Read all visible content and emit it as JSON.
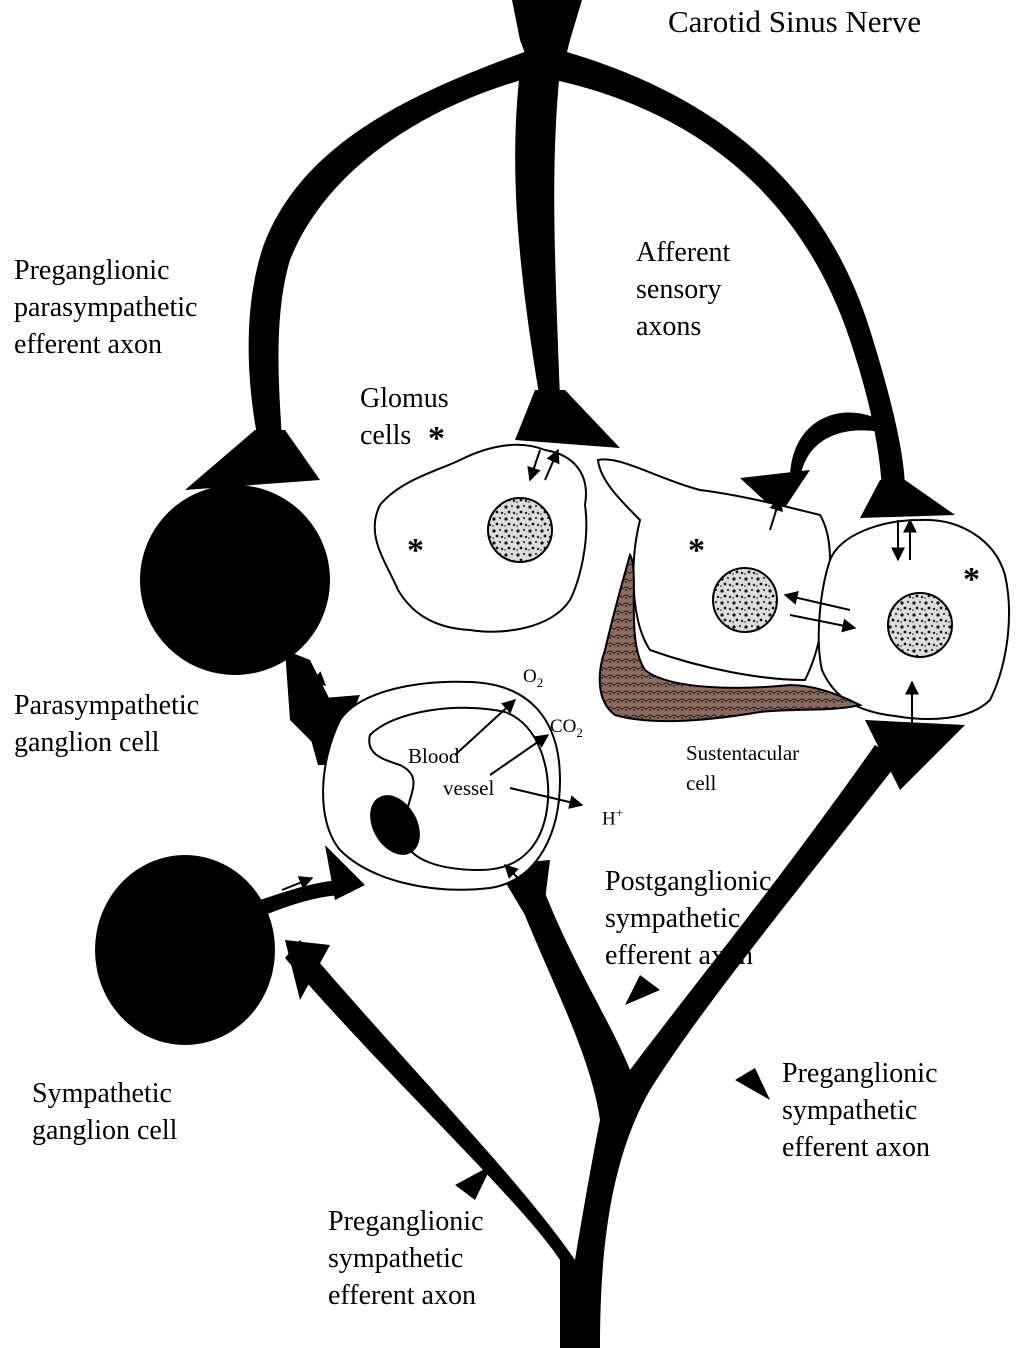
{
  "title": "Carotid Sinus Nerve",
  "labels": {
    "preganglionic_parasympathetic": [
      "Preganglionic",
      "parasympathetic",
      "efferent axon"
    ],
    "afferent_sensory": [
      "Afferent",
      "sensory",
      "axons"
    ],
    "glomus_cells": [
      "Glomus",
      "cells"
    ],
    "parasympathetic_ganglion": [
      "Parasympathetic",
      "ganglion cell"
    ],
    "blood_vessel": [
      "Blood",
      "vessel"
    ],
    "sustentacular": [
      "Sustentacular",
      "cell"
    ],
    "postganglionic_sympathetic": [
      "Postganglionic",
      "sympathetic",
      "efferent axon"
    ],
    "sympathetic_ganglion": [
      "Sympathetic",
      "ganglion cell"
    ],
    "preganglionic_sympathetic_right": [
      "Preganglionic",
      "sympathetic",
      "efferent axon"
    ],
    "preganglionic_sympathetic_bottom": [
      "Preganglionic",
      "sympathetic",
      "efferent axon"
    ]
  },
  "chemicals": {
    "o2": {
      "base": "O",
      "sub": "2"
    },
    "co2": {
      "base": "CO",
      "sub": "2"
    },
    "h": {
      "base": "H",
      "sup": "+"
    }
  },
  "star_symbol": "*",
  "colors": {
    "ink": "#000000",
    "paper": "#ffffff",
    "sustentacular_fill": "#7a5a50"
  }
}
